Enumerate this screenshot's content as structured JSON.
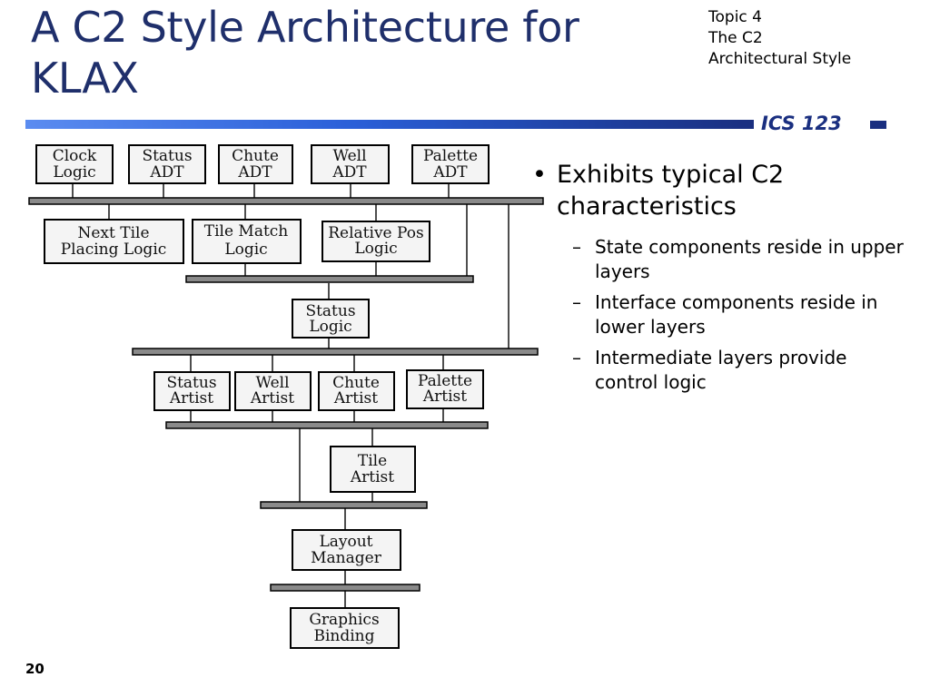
{
  "slide": {
    "title_line1": "A C2 Style Architecture for",
    "title_line2": "KLAX",
    "topic_lines": [
      "Topic 4",
      "The C2",
      "Architectural Style"
    ],
    "course": "ICS 123",
    "page_number": "20"
  },
  "diagram": {
    "components": {
      "clock_logic": [
        "Clock",
        "Logic"
      ],
      "status_adt": [
        "Status",
        "ADT"
      ],
      "chute_adt": [
        "Chute",
        "ADT"
      ],
      "well_adt": [
        "Well",
        "ADT"
      ],
      "palette_adt": [
        "Palette",
        "ADT"
      ],
      "next_tile_placing_logic": [
        "Next Tile",
        "Placing Logic"
      ],
      "tile_match_logic": [
        "Tile Match",
        "Logic"
      ],
      "relative_pos_logic": [
        "Relative Pos",
        "Logic"
      ],
      "status_logic": [
        "Status",
        "Logic"
      ],
      "status_artist": [
        "Status",
        "Artist"
      ],
      "well_artist": [
        "Well",
        "Artist"
      ],
      "chute_artist": [
        "Chute",
        "Artist"
      ],
      "palette_artist": [
        "Palette",
        "Artist"
      ],
      "tile_artist": [
        "Tile",
        "Artist"
      ],
      "layout_manager": [
        "Layout",
        "Manager"
      ],
      "graphics_binding": [
        "Graphics",
        "Binding"
      ]
    }
  },
  "bullets": {
    "main": "Exhibits typical C2 characteristics",
    "sub": [
      "State components reside in upper layers",
      "Interface components reside in lower layers",
      "Intermediate layers provide control logic"
    ]
  },
  "colors": {
    "title": "#1f2f6b",
    "accent_bar": "#2a5fd8",
    "accent_dark": "#1a2f80",
    "bus_fill": "#8a8a8a"
  }
}
